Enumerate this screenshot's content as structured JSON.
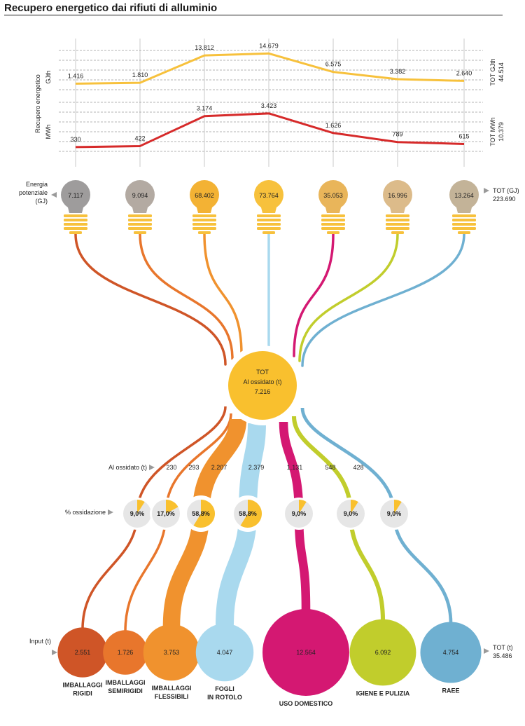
{
  "title": "Recupero energetico dai rifiuti di alluminio",
  "colors": {
    "gjth_line": "#f7c13c",
    "mwh_line": "#d62a2a",
    "bulb_base": "#f7c13c",
    "pie_slice": "#f9c02e",
    "pie_bg": "#e6e6e6",
    "center": "#f9c02e",
    "grid": "#9a9a9a",
    "arrow": "#9a9a9a"
  },
  "chart_data": {
    "type": "line",
    "ylabel": "Recupero energetico",
    "series": [
      {
        "name": "GJth",
        "values": [
          1416,
          1810,
          13812,
          14679,
          6575,
          3382,
          2640
        ],
        "labels": [
          "1.416",
          "1.810",
          "13.812",
          "14.679",
          "6.575",
          "3.382",
          "2.640"
        ],
        "total_label": "TOT GJth",
        "total_value": "44.514"
      },
      {
        "name": "MWh",
        "values": [
          330,
          422,
          3174,
          3423,
          1626,
          789,
          615
        ],
        "labels": [
          "330",
          "422",
          "3.174",
          "3.423",
          "1.626",
          "789",
          "615"
        ],
        "total_label": "TOT MWh",
        "total_value": "10.379"
      }
    ]
  },
  "energy": {
    "label_line1": "Energia",
    "label_line2": "potenziale",
    "label_line3": "(GJ)",
    "total_label": "TOT (GJ)",
    "total_value": "223.690"
  },
  "center": {
    "line1": "TOT",
    "line2": "Al ossidato (t)",
    "line3": "7.216"
  },
  "oxidized_label": "Al ossidato (t)",
  "percent_label": "% ossidazione",
  "input": {
    "label": "Input (t)",
    "total_label": "TOT (t)",
    "total_value": "35.486"
  },
  "categories": [
    {
      "name_line1": "IMBALLAGGI",
      "name_line2": "RIGIDI",
      "color": "#cf5527",
      "bulb_color": "#9e9c9c",
      "energy": "7.117",
      "oxidized": "230",
      "percent": "9,0%",
      "pct_value": 9.0,
      "input": "2.551",
      "input_value": 2551
    },
    {
      "name_line1": "IMBALLAGGI",
      "name_line2": "SEMIRIGIDI",
      "color": "#e8762c",
      "bulb_color": "#b3aaa2",
      "energy": "9.094",
      "oxidized": "293",
      "percent": "17,0%",
      "pct_value": 17.0,
      "input": "1.726",
      "input_value": 1726
    },
    {
      "name_line1": "IMBALLAGGI",
      "name_line2": "FLESSIBILI",
      "color": "#f0922e",
      "bulb_color": "#f3b234",
      "energy": "68.402",
      "oxidized": "2.207",
      "percent": "58,8%",
      "pct_value": 58.8,
      "input": "3.753",
      "input_value": 3753
    },
    {
      "name_line1": "FOGLI",
      "name_line2": "IN ROTOLO",
      "color": "#a9d9ee",
      "bulb_color": "#f7c13c",
      "energy": "73.764",
      "oxidized": "2.379",
      "percent": "58,8%",
      "pct_value": 58.8,
      "input": "4.047",
      "input_value": 4047
    },
    {
      "name_line1": "USO DOMESTICO",
      "name_line2": "",
      "color": "#d41872",
      "bulb_color": "#e9b55a",
      "energy": "35.053",
      "oxidized": "1.131",
      "percent": "9,0%",
      "pct_value": 9.0,
      "input": "12.564",
      "input_value": 12564
    },
    {
      "name_line1": "IGIENE E PULIZIA",
      "name_line2": "",
      "color": "#c1cd2c",
      "bulb_color": "#dcbb8a",
      "energy": "16.996",
      "oxidized": "548",
      "percent": "9,0%",
      "pct_value": 9.0,
      "input": "6.092",
      "input_value": 6092
    },
    {
      "name_line1": "RAEE",
      "name_line2": "",
      "color": "#6fb0d1",
      "bulb_color": "#c3b398",
      "energy": "13.264",
      "oxidized": "428",
      "percent": "9,0%",
      "pct_value": 9.0,
      "input": "4.754",
      "input_value": 4754
    }
  ]
}
